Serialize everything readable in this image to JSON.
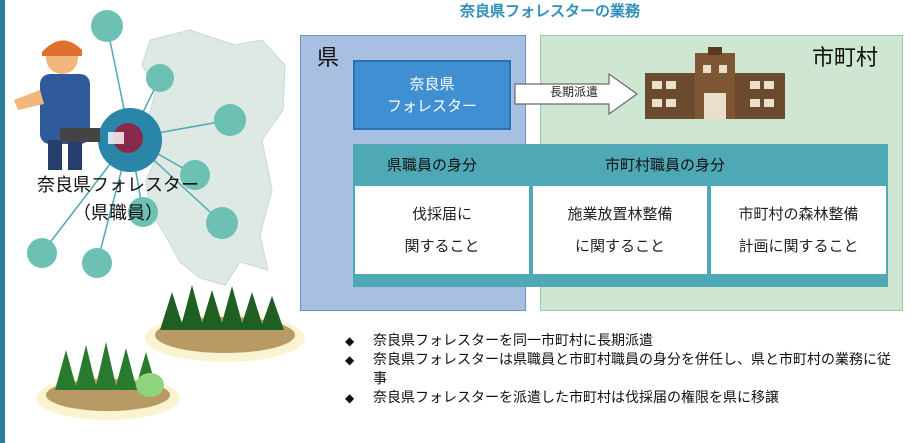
{
  "title": "奈良県フォレスターの業務",
  "ken_label": "県",
  "shichoson_label": "市町村",
  "forester_box": {
    "line1": "奈良県",
    "line2": "フォレスター"
  },
  "arrow_label": "長期派遣",
  "person_label": {
    "line1": "奈良県フォレスター",
    "line2": "（県職員）"
  },
  "table": {
    "header_ken": "県職員の身分",
    "header_shi": "市町村職員の身分",
    "cells": [
      {
        "line1": "伐採届に",
        "line2": "関すること"
      },
      {
        "line1": "施業放置林整備",
        "line2": "に関すること"
      },
      {
        "line1": "市町村の森林整備",
        "line2": "計画に関すること"
      }
    ]
  },
  "bullets": [
    "奈良県フォレスターを同一市町村に長期派遣",
    "奈良県フォレスターは県職員と市町村職員の身分を併任し、県と市町村の業務に従事",
    "奈良県フォレスターを派遣した市町村は伐採届の権限を県に移譲"
  ],
  "colors": {
    "accent_title": "#2f8fb8",
    "ken_bg": "#a7bfe0",
    "shi_bg": "#cfe6d2",
    "forester_box": "#3f8fd2",
    "table_header": "#4fa8b6",
    "node": "#6cc0b4",
    "map": "#dfe9e4"
  }
}
